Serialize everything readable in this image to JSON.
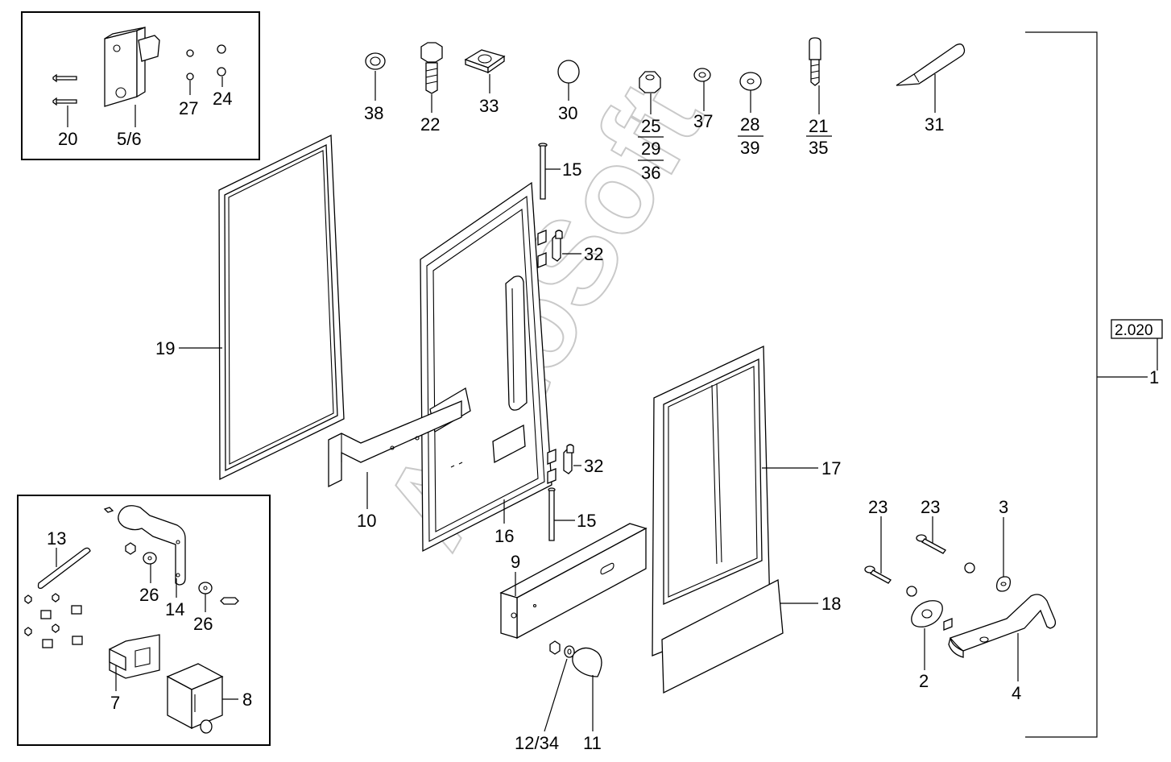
{
  "watermark": "AutoSoft",
  "reference_box": "2.020",
  "labels": {
    "l1": "1",
    "l2": "2",
    "l3": "3",
    "l4": "4",
    "l5_6": "5/6",
    "l7": "7",
    "l8": "8",
    "l9": "9",
    "l10": "10",
    "l11": "11",
    "l12_34": "12/34",
    "l13": "13",
    "l14": "14",
    "l15a": "15",
    "l15b": "15",
    "l16": "16",
    "l17": "17",
    "l18": "18",
    "l19": "19",
    "l20": "20",
    "l21": "21",
    "l22": "22",
    "l23a": "23",
    "l23b": "23",
    "l24": "24",
    "l25": "25",
    "l26a": "26",
    "l26b": "26",
    "l27": "27",
    "l28": "28",
    "l29": "29",
    "l30": "30",
    "l31": "31",
    "l32a": "32",
    "l32b": "32",
    "l33": "33",
    "l35": "35",
    "l36": "36",
    "l37": "37",
    "l38": "38",
    "l39": "39"
  }
}
